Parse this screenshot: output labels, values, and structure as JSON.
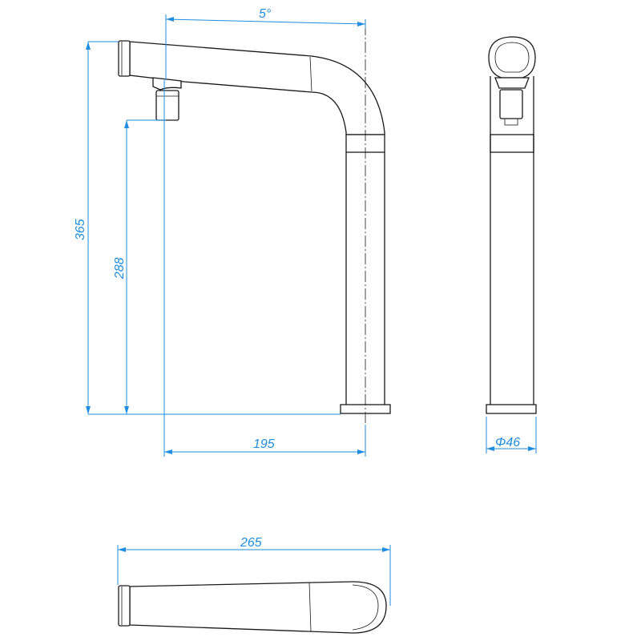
{
  "dimensions": {
    "angle": "5°",
    "total_height": "365",
    "outlet_height": "288",
    "reach": "195",
    "base_diameter": "Φ46",
    "top_length": "265"
  },
  "colors": {
    "dimension": "#1f8de0",
    "outline": "#1a1a1a"
  }
}
